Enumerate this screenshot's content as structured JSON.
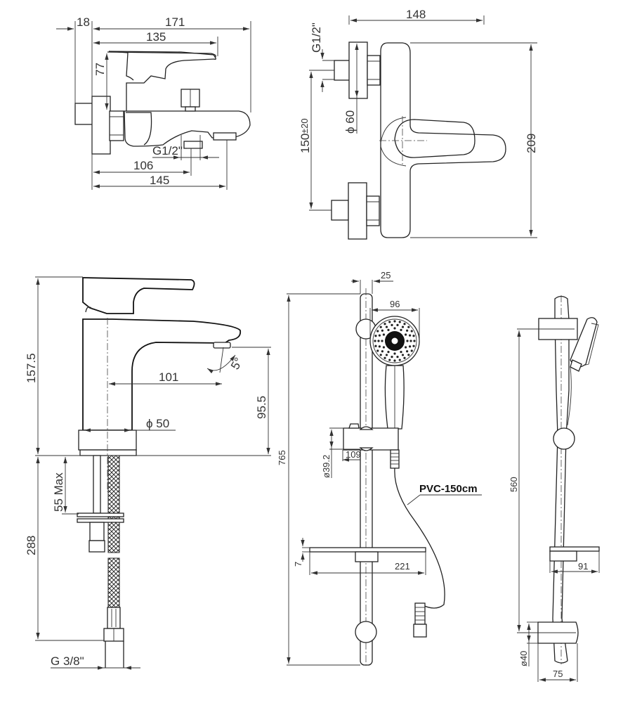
{
  "drawing": {
    "title": "Faucet and shower set technical drawing",
    "line_color": "#222222",
    "background": "#ffffff"
  },
  "views": {
    "bath_mixer_side": {
      "dims": {
        "wall_offset": "18",
        "total_depth": "171",
        "lever_length": "135",
        "lever_height": "77",
        "outlet_thread": "G1/2\"",
        "outlet_distance": "106",
        "spout_distance": "145"
      }
    },
    "bath_mixer_front": {
      "dims": {
        "top_width": "148",
        "inlet_thread": "G1/2\"",
        "flange_diameter": "ϕ 60",
        "inlet_spacing": "150",
        "inlet_tolerance": "±20",
        "body_height": "209"
      }
    },
    "basin_mixer": {
      "dims": {
        "total_height": "157.5",
        "spout_reach": "101",
        "spout_angle": "5°",
        "spout_height": "95.5",
        "base_diameter": "ϕ 50",
        "deck_thickness": "55 Max",
        "hose_length": "288",
        "hose_thread": "G 3/8\""
      }
    },
    "shower_set_front": {
      "dims": {
        "rail_height": "765",
        "rail_diameter": "25",
        "head_diameter": "96",
        "slider_diameter": "ø39.2",
        "slider_projection": "109",
        "hose_label": "PVC-150cm",
        "soap_dish_thickness": "7",
        "soap_dish_width": "221"
      }
    },
    "shower_set_side": {
      "dims": {
        "bracket_spacing": "560",
        "soap_dish_depth": "91",
        "bracket_diameter": "ø40",
        "bracket_depth": "75"
      }
    }
  }
}
